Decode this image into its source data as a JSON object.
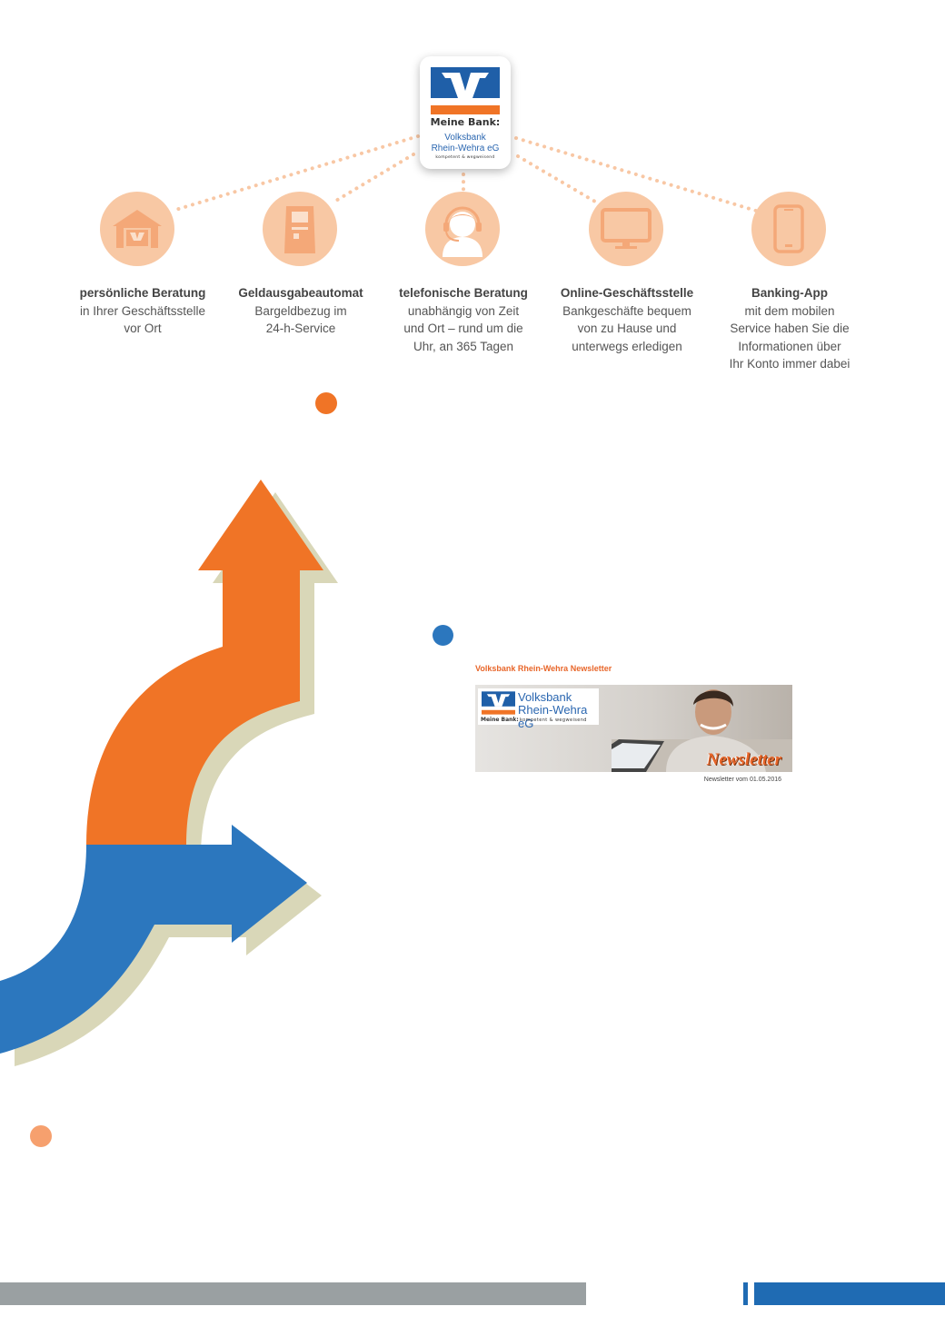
{
  "logo": {
    "meine_bank": "Meine Bank:",
    "name_line1": "Volksbank",
    "name_line2": "Rhein-Wehra eG",
    "tagline": "kompetent & wegweisend"
  },
  "services": [
    {
      "title": "persönliche Beratung",
      "lines": [
        "in Ihrer Geschäftsstelle",
        "vor Ort"
      ],
      "icon": "bank-building-icon"
    },
    {
      "title": "Geldausgabeautomat",
      "lines": [
        "Bargeldbezug im",
        "24-h-Service"
      ],
      "icon": "atm-icon"
    },
    {
      "title": "telefonische Beratung",
      "lines": [
        "unabhängig von Zeit",
        "und Ort – rund um die",
        "Uhr, an 365 Tagen"
      ],
      "icon": "headset-agent-icon"
    },
    {
      "title": "Online-Geschäftsstelle",
      "lines": [
        "Bankgeschäfte bequem",
        "von zu Hause und",
        "unterwegs erledigen"
      ],
      "icon": "monitor-icon"
    },
    {
      "title": "Banking-App",
      "lines": [
        "mit dem mobilen",
        "Service haben Sie die",
        "Informationen über",
        "Ihr Konto immer dabei"
      ],
      "icon": "smartphone-icon"
    }
  ],
  "newsletter": {
    "title": "Volksbank Rhein-Wehra Newsletter",
    "banner_logo_meine": "Meine Bank:",
    "banner_logo_name1": "Volksbank",
    "banner_logo_name2": "Rhein-Wehra eG",
    "banner_logo_tagline": "kompetent & wegweisend",
    "banner_word": "Newsletter",
    "date_text": "Newsletter vom 01.05.2016"
  },
  "colors": {
    "orange": "#f07426",
    "blue": "#2c77be",
    "light_orange": "#f8c8a4",
    "peach_dot": "#f6a06e",
    "footer_gray": "#9aa0a2",
    "footer_blue": "#1f6bb3"
  }
}
